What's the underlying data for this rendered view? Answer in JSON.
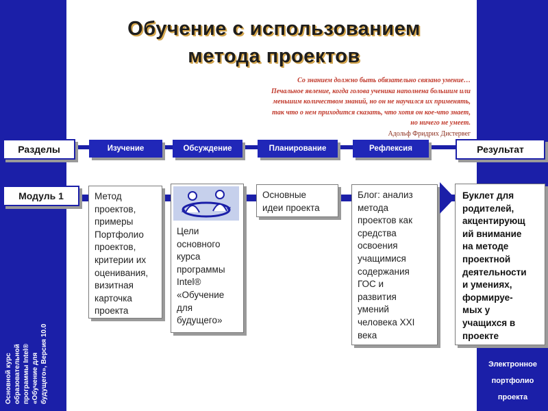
{
  "title_lines": [
    "Обучение с использованием",
    "метода проектов"
  ],
  "quote": {
    "lines": [
      "Со знанием должно быть обязательно связано умение…",
      "Печальное явление, когда голова ученика наполнена большим или",
      "меньшим количеством знаний, но он не научился их применять,",
      "так что о нем приходится сказать, что хотя он кое-что знает,",
      "но ничего не умеет."
    ],
    "author": "Адольф Фридрих Дистервег"
  },
  "headers": {
    "sections": "Разделы",
    "study": "Изучение",
    "discussion": "Обсуждение",
    "planning": "Планирование",
    "reflection": "Рефлексия",
    "result": "Результат"
  },
  "module": "Модуль 1",
  "cards": {
    "study": [
      "Метод",
      "проектов,",
      "примеры",
      "Портфолио",
      "проектов,",
      "критерии их",
      "оценивания,",
      "визитная",
      "карточка",
      "проекта"
    ],
    "discussion": [
      "Цели",
      "основного",
      "курса",
      "программы",
      "Intel®",
      "«Обучение",
      "для",
      "будущего»"
    ],
    "planning": [
      "Основные",
      "идеи проекта"
    ],
    "reflection": [
      "Блог: анализ",
      "метода",
      "проектов как",
      "средства",
      "освоения",
      "учащимися",
      "содержания",
      "ГОС и",
      "развития",
      "умений",
      "человека XXI",
      "века"
    ],
    "result": [
      "Буклет для",
      "родителей,",
      "акцентирующ",
      "ий внимание",
      "на методе",
      "проектной",
      "деятельности",
      "и умениях,",
      "формируе-",
      "мых у",
      "учащихся в",
      "проекте"
    ]
  },
  "portfolio_lines": [
    "Электронное",
    "портфолио",
    "проекта"
  ],
  "vertical_lines": [
    "Основной курс",
    "образовательной",
    "программы Intel®",
    "«Обучение для",
    "будущего», Версия 10.0"
  ],
  "colors": {
    "brand_blue": "#1b1fa8",
    "title_shadow": "#e6b04a",
    "quote_red": "#c0392b"
  }
}
